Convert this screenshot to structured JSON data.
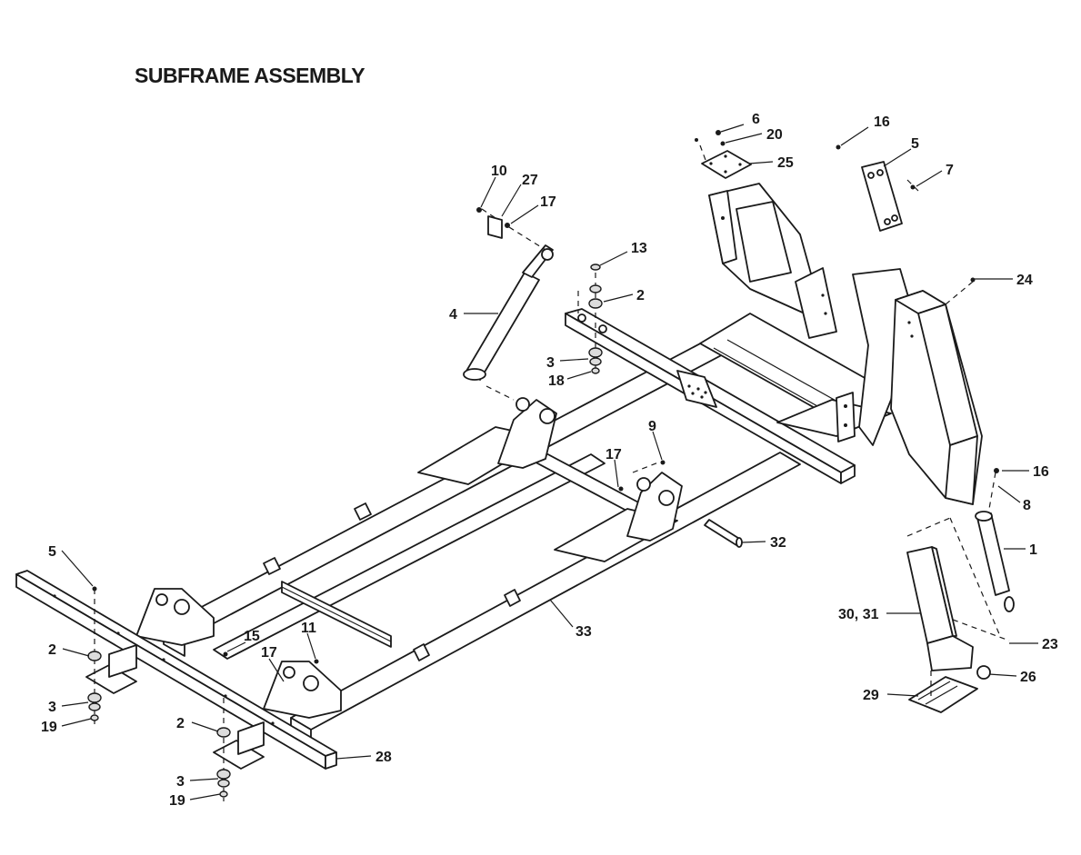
{
  "title": "SUBFRAME ASSEMBLY",
  "callouts": [
    {
      "id": "c6",
      "label": "6"
    },
    {
      "id": "c20",
      "label": "20"
    },
    {
      "id": "c25",
      "label": "25"
    },
    {
      "id": "c16a",
      "label": "16"
    },
    {
      "id": "c5a",
      "label": "5"
    },
    {
      "id": "c7",
      "label": "7"
    },
    {
      "id": "c10",
      "label": "10"
    },
    {
      "id": "c27",
      "label": "27"
    },
    {
      "id": "c17a",
      "label": "17"
    },
    {
      "id": "c13",
      "label": "13"
    },
    {
      "id": "c2a",
      "label": "2"
    },
    {
      "id": "c24",
      "label": "24"
    },
    {
      "id": "c4",
      "label": "4"
    },
    {
      "id": "c3a",
      "label": "3"
    },
    {
      "id": "c18",
      "label": "18"
    },
    {
      "id": "c9",
      "label": "9"
    },
    {
      "id": "c17b",
      "label": "17"
    },
    {
      "id": "c16b",
      "label": "16"
    },
    {
      "id": "c8",
      "label": "8"
    },
    {
      "id": "c1",
      "label": "1"
    },
    {
      "id": "c32",
      "label": "32"
    },
    {
      "id": "c5b",
      "label": "5"
    },
    {
      "id": "c33",
      "label": "33"
    },
    {
      "id": "c3031",
      "label": "30, 31"
    },
    {
      "id": "c23",
      "label": "23"
    },
    {
      "id": "c15",
      "label": "15"
    },
    {
      "id": "c11",
      "label": "11"
    },
    {
      "id": "c2b",
      "label": "2"
    },
    {
      "id": "c17c",
      "label": "17"
    },
    {
      "id": "c26",
      "label": "26"
    },
    {
      "id": "c29",
      "label": "29"
    },
    {
      "id": "c3b",
      "label": "3"
    },
    {
      "id": "c19a",
      "label": "19"
    },
    {
      "id": "c2c",
      "label": "2"
    },
    {
      "id": "c28",
      "label": "28"
    },
    {
      "id": "c3c",
      "label": "3"
    },
    {
      "id": "c19b",
      "label": "19"
    }
  ]
}
